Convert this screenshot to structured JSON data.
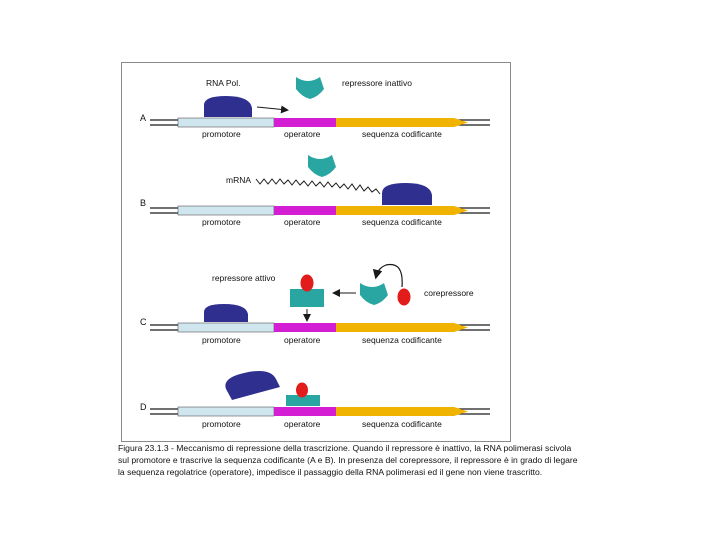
{
  "colors": {
    "dna_line": "#1a1a1a",
    "promoter": "#cfe6ee",
    "operator": "#d31ed3",
    "coding": "#f0b400",
    "polymerase": "#2f2f8f",
    "repressor": "#2aa6a2",
    "corepressor": "#e21b1b"
  },
  "panels": [
    {
      "letter": "A"
    },
    {
      "letter": "B"
    },
    {
      "letter": "C"
    },
    {
      "letter": "D"
    }
  ],
  "segments": {
    "promoter": "promotore",
    "operator": "operatore",
    "coding": "sequenza codificante"
  },
  "labels": {
    "rna_pol": "RNA Pol.",
    "inactive_repressor": "repressore inattivo",
    "mrna": "mRNA",
    "active_repressor": "repressore attivo",
    "corepressor": "corepressore"
  },
  "caption": {
    "line1": "Figura 23.1.3 - Meccanismo di repressione della trascrizione. Quando il repressore è inattivo, la RNA polimerasi scivola",
    "line2": "sul promotore e trascrive la sequenza codificante (A e B). In presenza del corepressore, il repressore è in grado di legare",
    "line3": "la sequenza regolatrice (operatore), impedisce il passaggio della RNA polimerasi ed il gene non viene trascritto."
  }
}
